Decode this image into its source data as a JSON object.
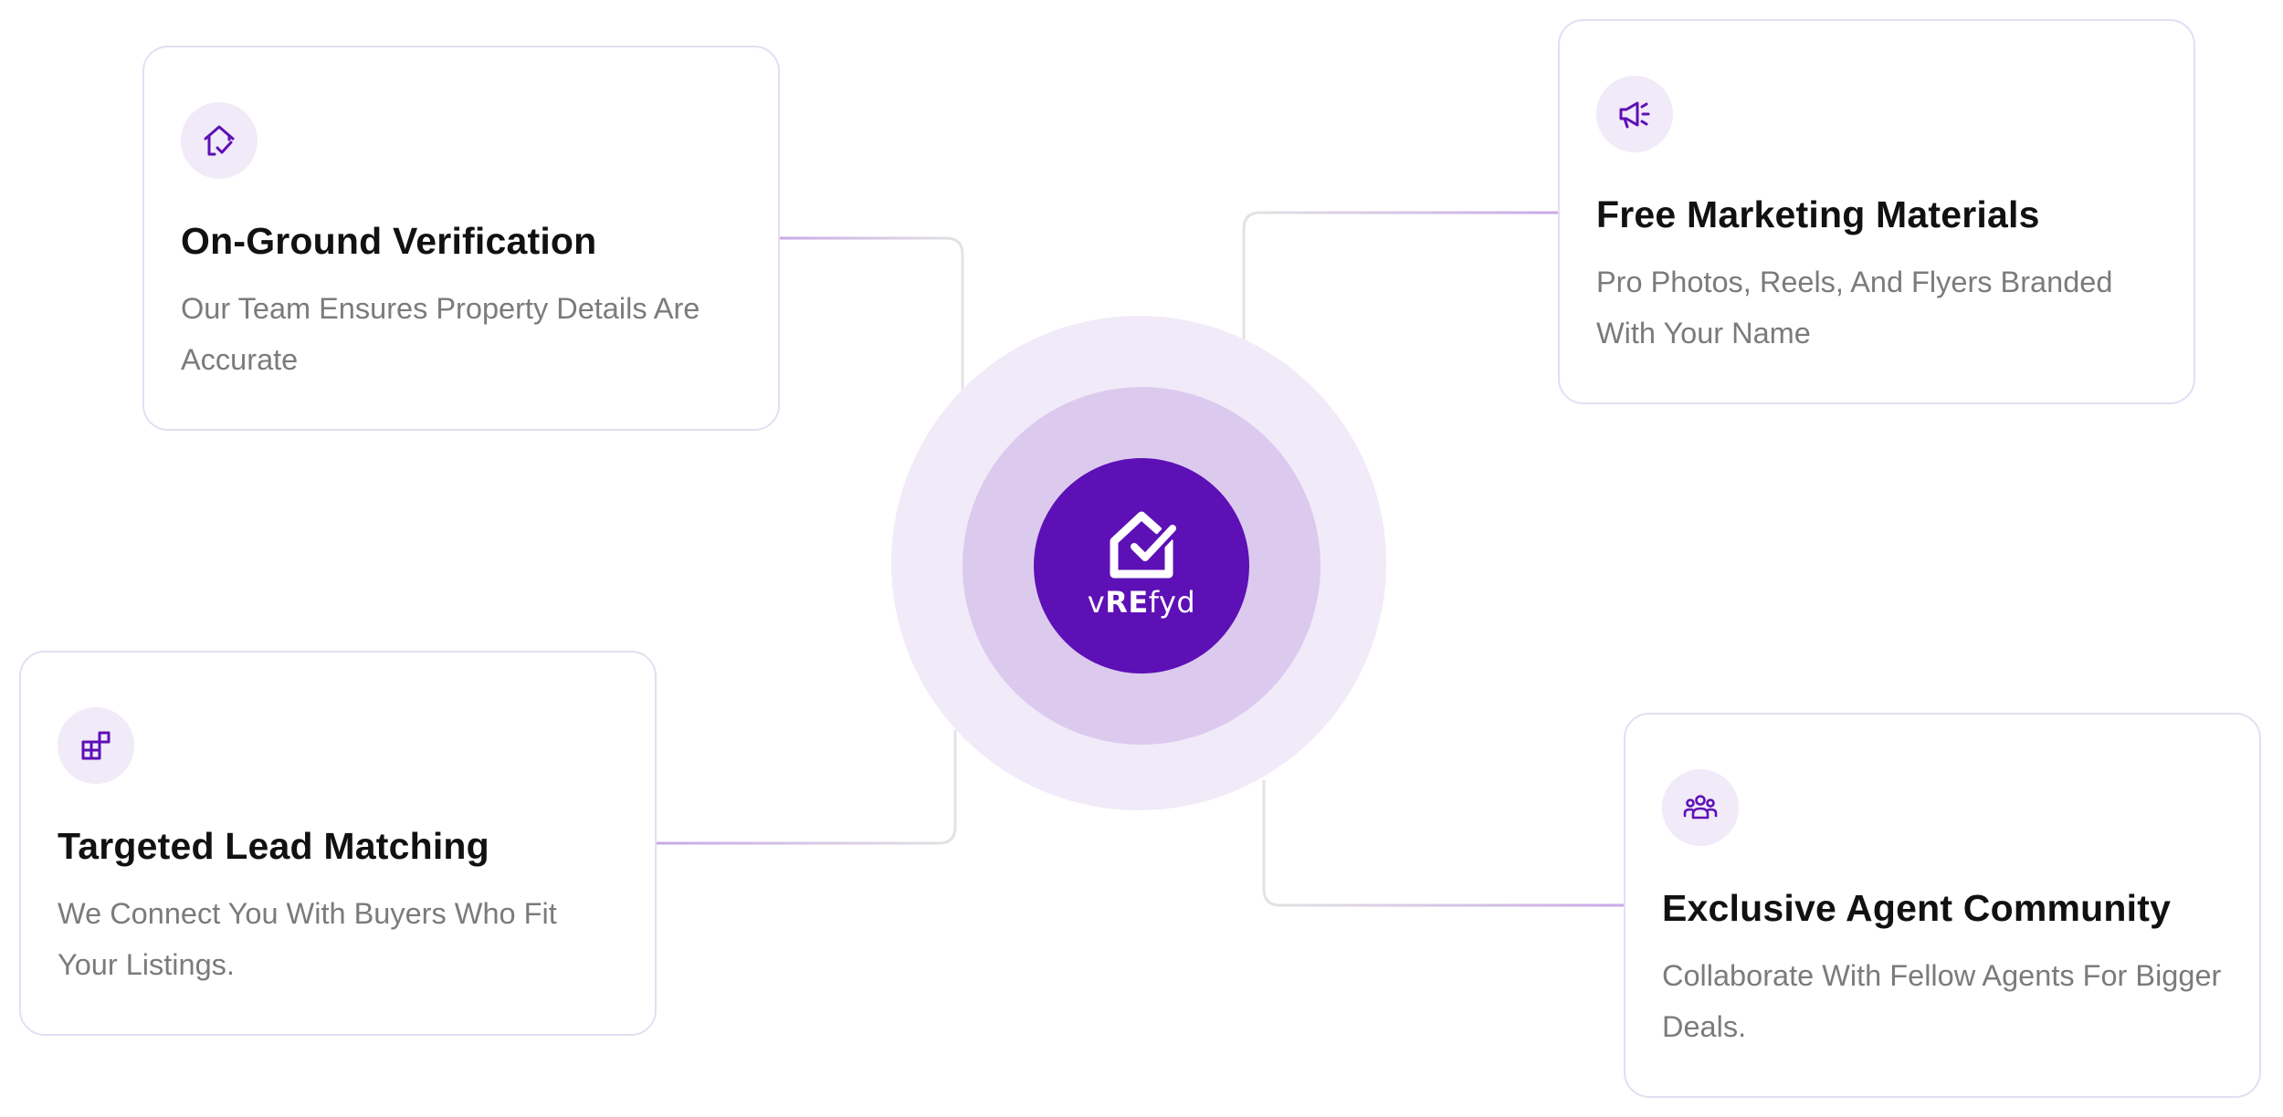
{
  "hub": {
    "brand_prefix": "v",
    "brand_bold": "RE",
    "brand_suffix": "fyd",
    "logo_icon": "house-check-icon",
    "colors": {
      "core": "#5d10b5",
      "ring_inner": "#dccaee",
      "ring_outer": "#f1eaf8"
    }
  },
  "features": [
    {
      "icon": "house-check-icon",
      "title": "On-Ground Verification",
      "description": "Our Team Ensures Property Details Are Accurate"
    },
    {
      "icon": "megaphone-icon",
      "title": "Free Marketing Materials",
      "description": "Pro Photos, Reels, And Flyers Branded With Your Name"
    },
    {
      "icon": "apps-grid-icon",
      "title": "Targeted Lead Matching",
      "description": "We Connect You With Buyers Who Fit Your Listings."
    },
    {
      "icon": "users-group-icon",
      "title": "Exclusive Agent Community",
      "description": "Collaborate With Fellow Agents For Bigger Deals."
    }
  ],
  "colors": {
    "accent": "#5d10b5",
    "icon_bg": "#f1eaf8",
    "card_border": "#e6ddf2",
    "title_text": "#111111",
    "description_text": "#7b7b7b"
  }
}
